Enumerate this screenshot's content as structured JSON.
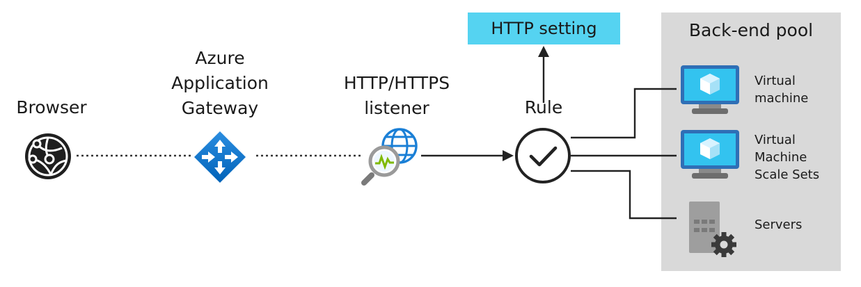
{
  "labels": {
    "browser": "Browser",
    "gateway": [
      "Azure",
      "Application",
      "Gateway"
    ],
    "listener": [
      "HTTP/HTTPS",
      "listener"
    ],
    "rule": "Rule",
    "http_setting": "HTTP setting",
    "pool_title": "Back-end pool",
    "vm": [
      "Virtual",
      "machine"
    ],
    "vmss": [
      "Virtual",
      "Machine",
      "Scale Sets"
    ],
    "servers": "Servers"
  },
  "icons": {
    "browser": "browser-globe-icon",
    "gateway": "application-gateway-icon",
    "listener": "listener-magnifier-globe-icon",
    "rule": "checkmark-circle-icon",
    "vm": "virtual-machine-icon",
    "vmss": "vm-scale-set-icon",
    "servers": "server-gear-icon"
  },
  "colors": {
    "http_setting_bg": "#55d3f1",
    "pool_bg": "#d9d9d9",
    "azure_blue": "#0078d4",
    "monitor_cyan": "#3ccbf4",
    "green_signal": "#7fba00"
  }
}
